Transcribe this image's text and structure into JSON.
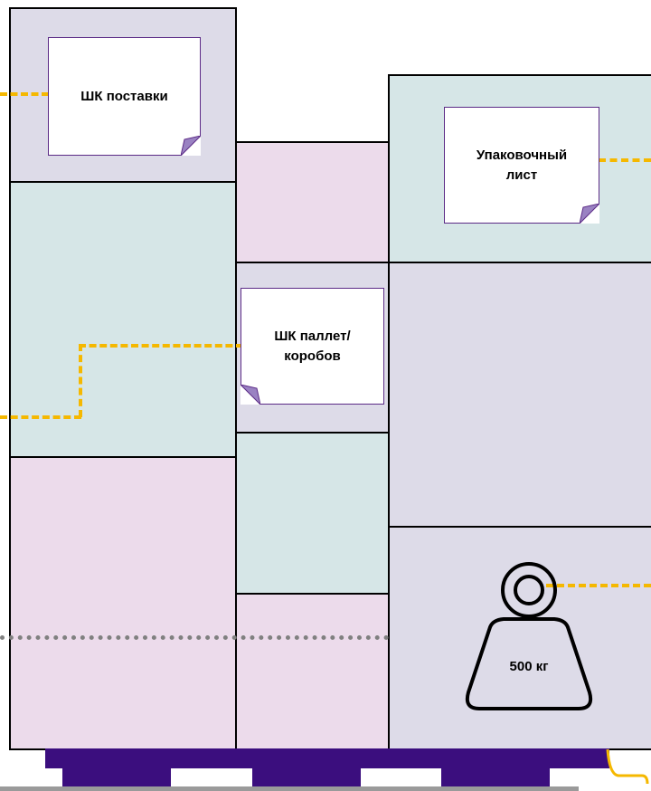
{
  "labels": {
    "shipment_barcode": "ШК поставки",
    "packing_list_line1": "Упаковочный",
    "packing_list_line2": "лист",
    "pallet_barcode_line1": "ШК паллет/",
    "pallet_barcode_line2": "коробов",
    "weight": "500 кг"
  },
  "icons": {
    "sticker": "folded-corner-sticker-icon",
    "weight": "kettlebell-weight-icon"
  },
  "colors": {
    "lavender_box": "#dddbe8",
    "mint_box": "#d6e6e7",
    "pink_box": "#ecdbeb",
    "pallet": "#3b0e7e",
    "leader_line": "#f5b800",
    "sticker_border": "#5b2a86",
    "center_of_gravity_line": "#808080"
  }
}
